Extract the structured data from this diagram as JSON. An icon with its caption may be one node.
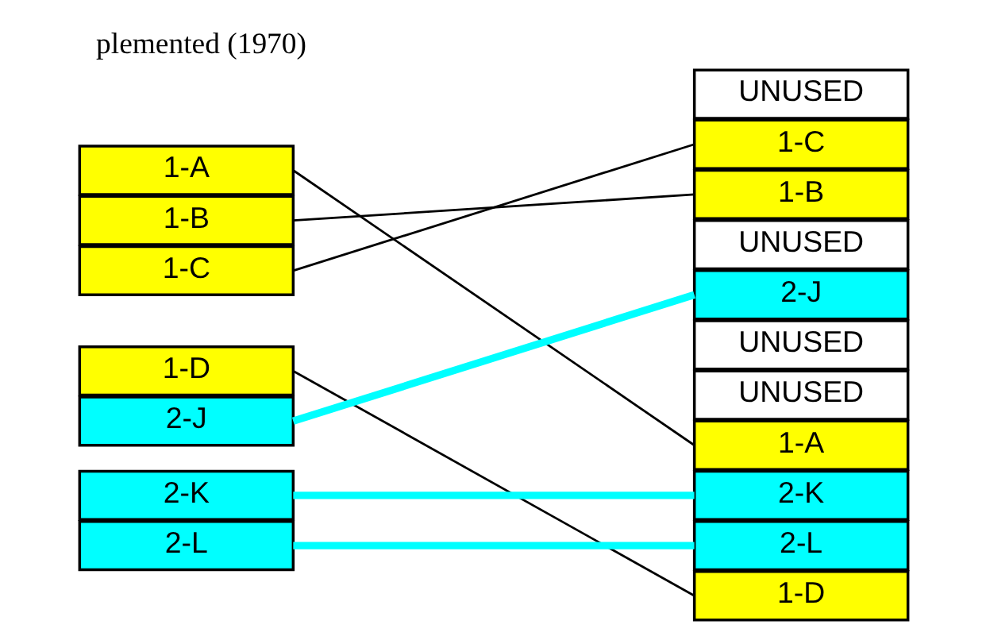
{
  "diagram": {
    "title": "plemented (1970)",
    "nodes": [
      {
        "text": [
          "1-A"
        ]
      },
      {
        "text": [
          "1-B"
        ]
      },
      {
        "text": [
          "1-C"
        ]
      },
      {
        "text": [
          "1-D"
        ]
      },
      {
        "text": [
          "2-J"
        ]
      },
      {
        "text": [
          "2-K"
        ]
      },
      {
        "text": [
          "2-L"
        ]
      },
      {
        "text": [
          "UNUSED"
        ]
      },
      {
        "text": [
          "1-C"
        ]
      },
      {
        "text": [
          "1-B"
        ]
      },
      {
        "text": [
          "UNUSED"
        ]
      },
      {
        "text": [
          "2-J"
        ]
      },
      {
        "text": [
          "UNUSED"
        ]
      },
      {
        "text": [
          "UNUSED"
        ]
      },
      {
        "text": [
          "1-A"
        ]
      },
      {
        "text": [
          "2-K"
        ]
      },
      {
        "text": [
          "2-L"
        ]
      },
      {
        "text": [
          "1-D"
        ]
      }
    ],
    "edges": [
      {
        "from": 0,
        "to": 14,
        "arrow": "none"
      },
      {
        "from": 1,
        "to": 9,
        "arrow": "none"
      },
      {
        "from": 2,
        "to": 8,
        "arrow": "none"
      },
      {
        "from": 3,
        "to": 17,
        "arrow": "none"
      },
      {
        "from": 4,
        "to": 11,
        "arrow": "none",
        "style": "thick",
        "color": "#00ffff"
      },
      {
        "from": 5,
        "to": 15,
        "arrow": "none",
        "style": "thick",
        "color": "#00ffff"
      },
      {
        "from": 6,
        "to": 16,
        "arrow": "none",
        "style": "thick",
        "color": "#00ffff"
      }
    ]
  }
}
